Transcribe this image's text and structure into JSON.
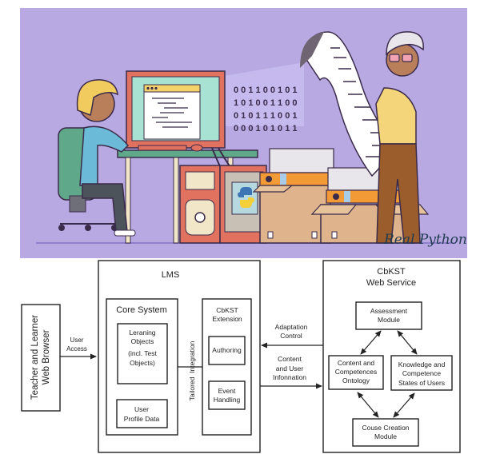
{
  "illustration": {
    "background_color": "#b8a9e3",
    "binary_rows": [
      "0 0 1 1 0 0 1 0 1",
      "1 0 1 0 0 1 1 0 0",
      "0 1 0 1 1 1 0 0 1",
      "0 0 0 1 0 1 0 1 1"
    ],
    "logo": "Real Python",
    "logo_color": "#1f3a4f"
  },
  "diagram": {
    "browser": {
      "line1": "Teacher and Learner",
      "line2": "Web Browser"
    },
    "user_access": {
      "line1": "User",
      "line2": "Access"
    },
    "lms": {
      "title": "LMS",
      "core_system": {
        "title": "Core System",
        "learning_objects": {
          "line1": "Leraning",
          "line2": "Objects",
          "line3": "(incl. Test",
          "line4": "Objects)"
        },
        "user_profile": {
          "line1": "User",
          "line2": "Profile Data"
        }
      },
      "tailored_integration": "Tailored  Integration",
      "extension": {
        "line1": "CbKST",
        "line2": "Extension",
        "authoring": "Authoring",
        "event_handling": {
          "line1": "Event",
          "line2": "Handling"
        }
      }
    },
    "adaptation_control": {
      "line1": "Adaptation",
      "line2": "Control"
    },
    "content_user_info": {
      "line1": "Content",
      "line2": "and User",
      "line3": "Infonnation"
    },
    "web_service": {
      "line1": "CbKST",
      "line2": "Web Service",
      "assessment": {
        "line1": "Assessment",
        "line2": "Module"
      },
      "ontology": {
        "line1": "Content and",
        "line2": "Competences",
        "line3": "Ontology"
      },
      "knowledge": {
        "line1": "Knowledge and",
        "line2": "Competence",
        "line3": "States of Users"
      },
      "course_creation": {
        "line1": "Couse Creation",
        "line2": "Module"
      }
    }
  }
}
